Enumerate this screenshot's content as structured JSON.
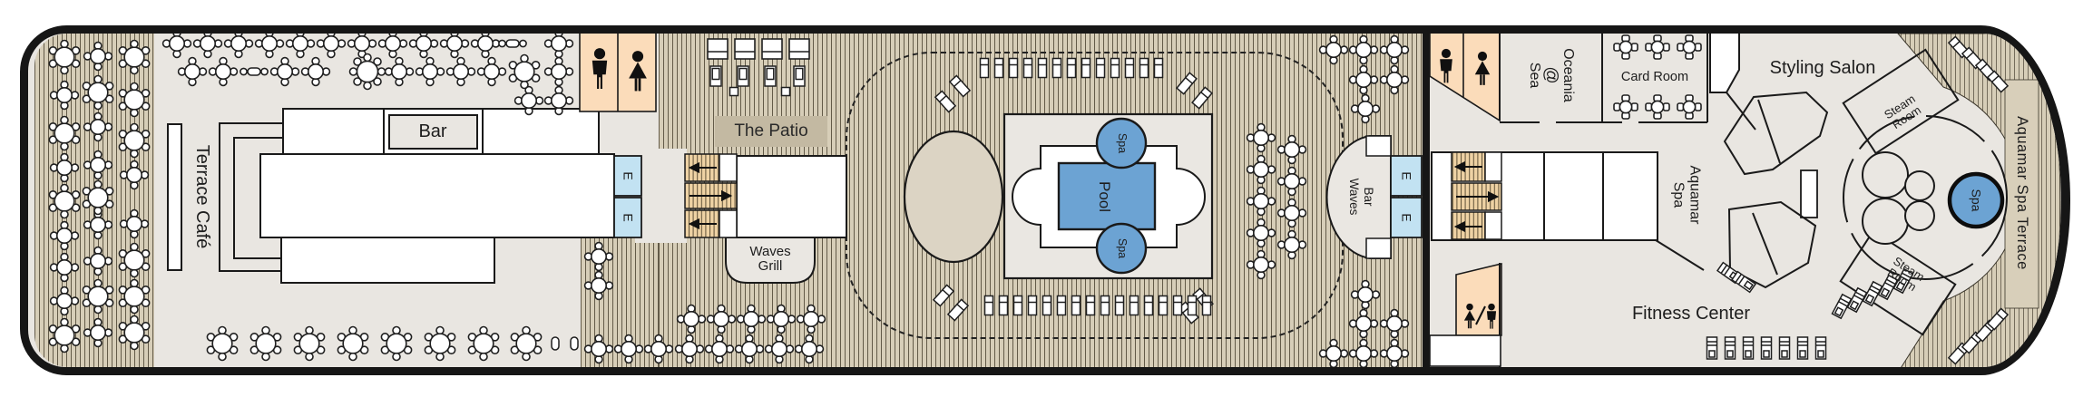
{
  "title": "Cruise ship deck plan — pool, spa and fitness deck",
  "labels": {
    "terrace_cafe": "Terrace Café",
    "bar": "Bar",
    "the_patio": "The Patio",
    "waves_grill": {
      "word1": "Waves",
      "word2": "Grill"
    },
    "pool": "Pool",
    "spa": "Spa",
    "waves_bar": {
      "word1": "Waves",
      "word2": "Bar"
    },
    "elevator": "E",
    "oceania_at_sea": {
      "word1": "Oceania",
      "word2": "@",
      "word3": "Sea"
    },
    "card_room": "Card Room",
    "styling_salon": "Styling Salon",
    "aquamar_spa": {
      "word1": "Aquamar",
      "word2": "Spa"
    },
    "steam_room": {
      "word1": "Steam",
      "word2": "Room"
    },
    "fitness_center": "Fitness Center",
    "aquamar_spa_terrace": "Aquamar Spa Terrace"
  },
  "icons": {
    "mens_restroom": "man-icon",
    "womens_restroom": "woman-icon",
    "unisex_restroom": "woman-slash-man-icon",
    "stair_direction": "arrow-icon"
  },
  "colors": {
    "hull": "#161616",
    "deck": "#e9e6e1",
    "wood": "#d7ceb8",
    "pool_blue": "#6ca3d3",
    "elevator_blue": "#c2e2f2",
    "restroom_peach": "#fbdcba",
    "stairs_tan": "#eed2a4",
    "label_band": "#c3b9a2"
  }
}
